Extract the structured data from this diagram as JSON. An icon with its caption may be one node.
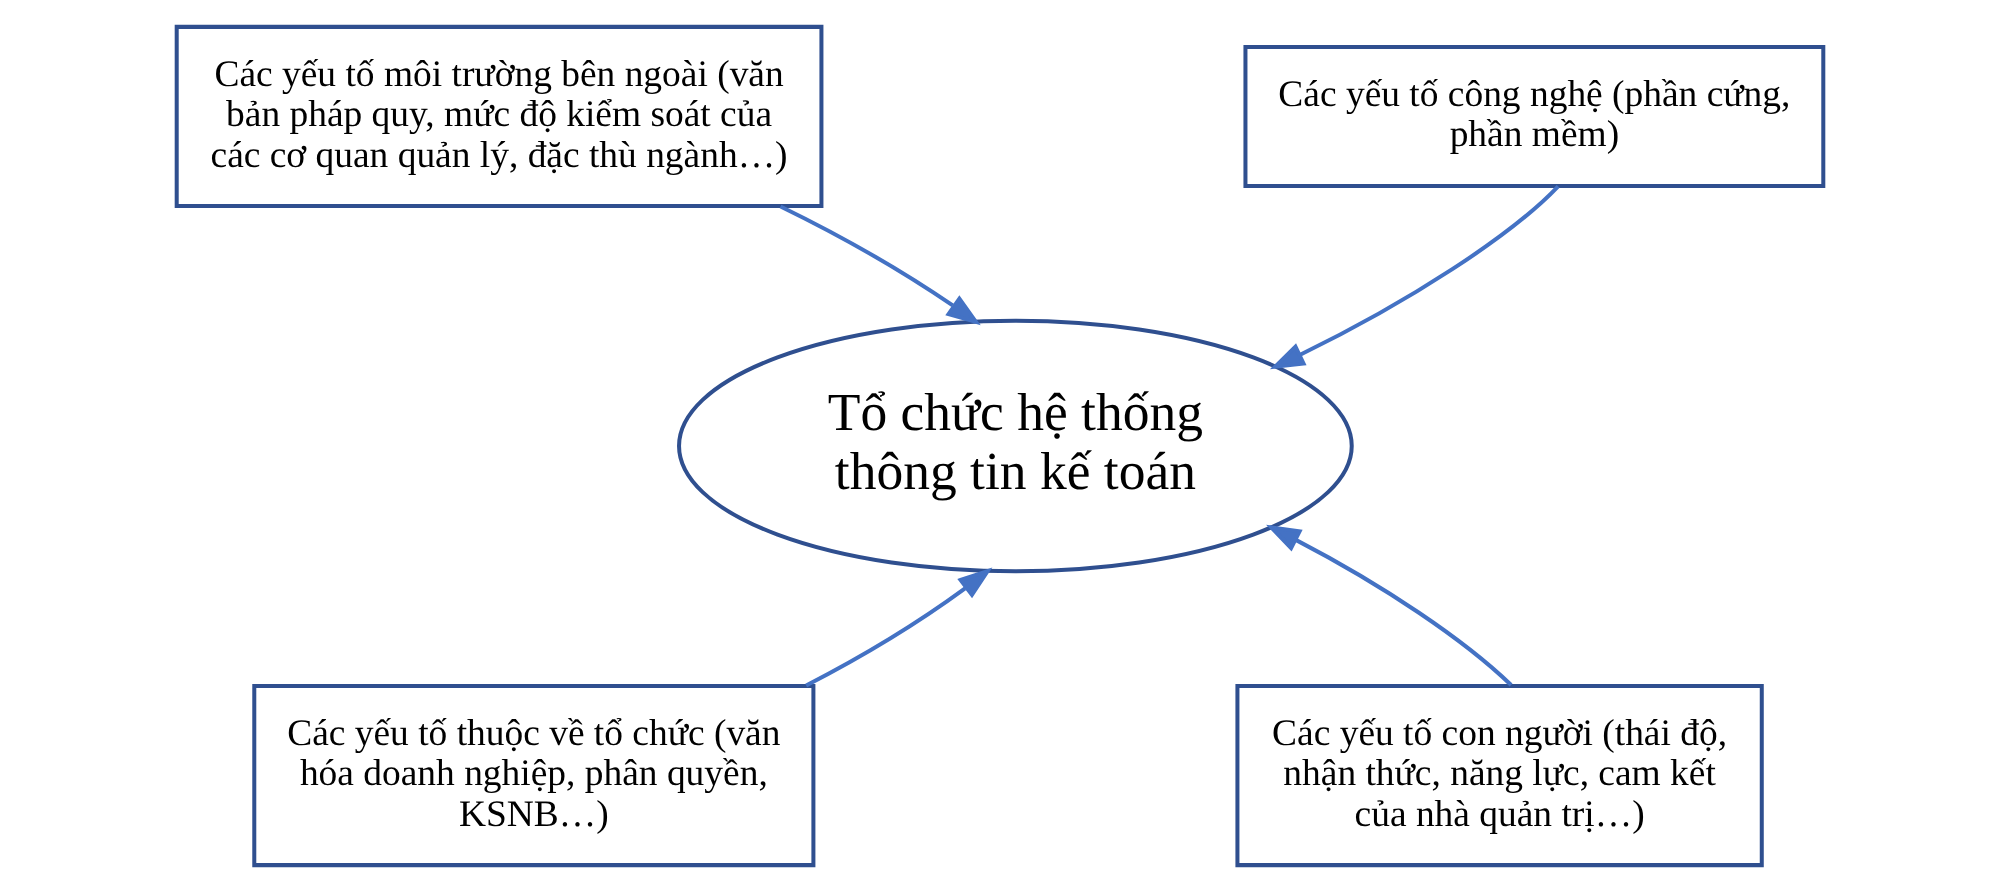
{
  "diagram": {
    "nodes": [
      {
        "text": [
          "Các yếu tố môi trường bên ngoài (văn bản pháp quy, mức độ kiểm soát của các cơ quan quản lý, đặc thù ngành…)"
        ]
      },
      {
        "text": [
          "Các yếu tố công nghệ (phần cứng, phần mềm)"
        ]
      },
      {
        "text": [
          "Tổ chức hệ thống thông tin kế toán"
        ]
      },
      {
        "text": [
          "Các yếu tố thuộc về tổ chức (văn hóa doanh nghiệp, phân quyền, KSNB…)"
        ]
      },
      {
        "text": [
          "Các yếu tố con người (thái độ, nhận thức, năng lực, cam kết của nhà quản trị…)"
        ]
      }
    ],
    "edges": [
      {
        "from": 0,
        "to": 2,
        "arrow": "to"
      },
      {
        "from": 1,
        "to": 2,
        "arrow": "to"
      },
      {
        "from": 3,
        "to": 2,
        "arrow": "to"
      },
      {
        "from": 4,
        "to": 2,
        "arrow": "to"
      }
    ]
  }
}
